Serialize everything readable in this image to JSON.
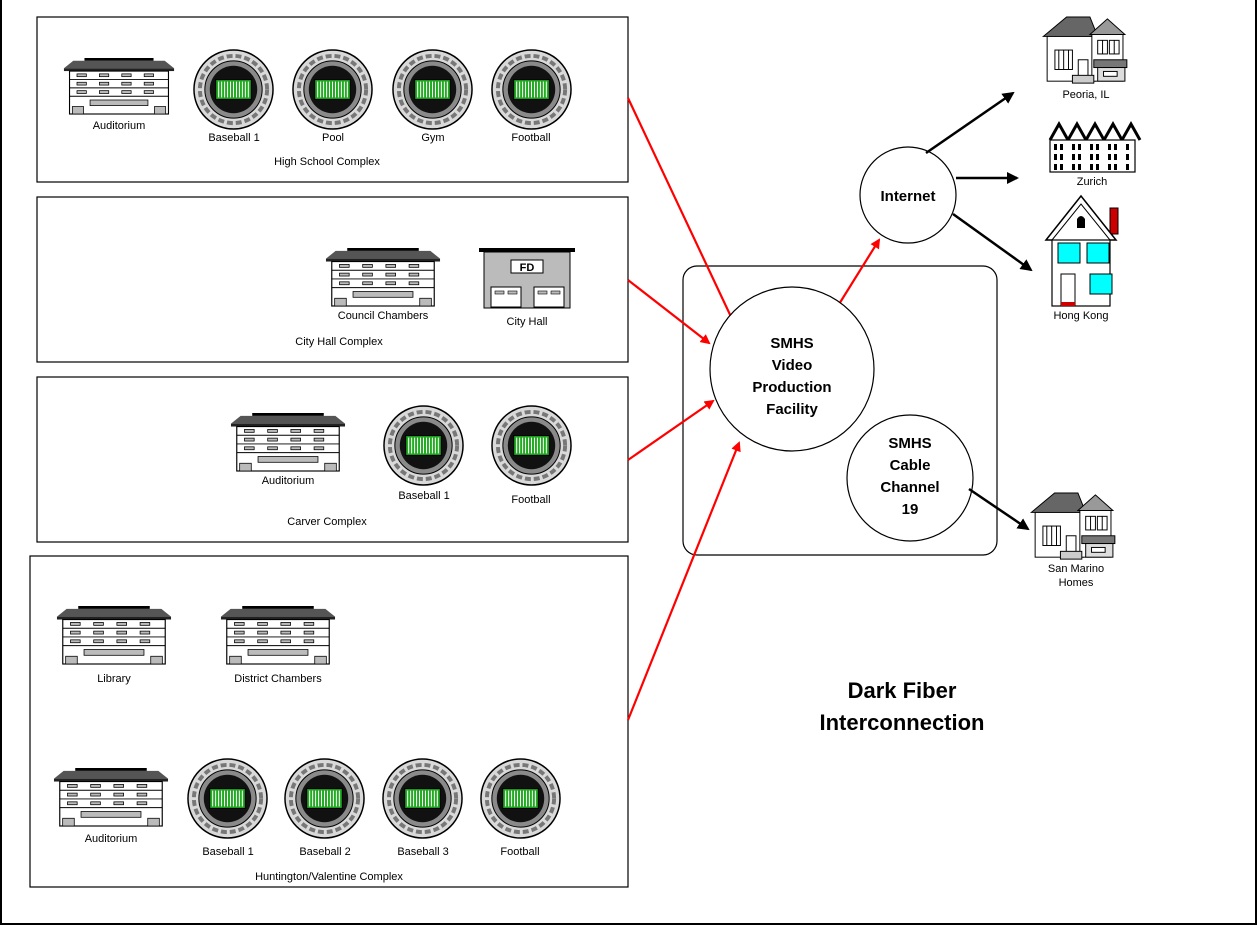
{
  "colors": {
    "link_feed": "#ff0000",
    "link_distribution": "#000000",
    "field_green": "#22aa22",
    "window_cyan": "#00ffff",
    "chimney_red": "#cc0000"
  },
  "complexes": {
    "high_school": {
      "name": "High School Complex",
      "venues": [
        "Auditorium",
        "Baseball 1",
        "Pool",
        "Gym",
        "Football"
      ]
    },
    "city_hall": {
      "name": "City Hall Complex",
      "venues": [
        "Council Chambers",
        "City Hall"
      ],
      "fd_sign": "FD"
    },
    "carver": {
      "name": "Carver Complex",
      "venues": [
        "Auditorium",
        "Baseball 1",
        "Football"
      ]
    },
    "huntington": {
      "name": "Huntington/Valentine Complex",
      "venues": [
        "Library",
        "District Chambers",
        "Auditorium",
        "Baseball 1",
        "Baseball 2",
        "Baseball 3",
        "Football"
      ]
    }
  },
  "hub": {
    "facility": [
      "SMHS",
      "Video",
      "Production",
      "Facility"
    ],
    "cable": [
      "SMHS",
      "Cable",
      "Channel",
      "19"
    ],
    "internet": "Internet"
  },
  "destinations": {
    "peoria": "Peoria, IL",
    "zurich": "Zurich",
    "hong_kong": "Hong Kong",
    "san_marino": [
      "San Marino",
      "Homes"
    ]
  },
  "title": [
    "Dark Fiber",
    "Interconnection"
  ]
}
